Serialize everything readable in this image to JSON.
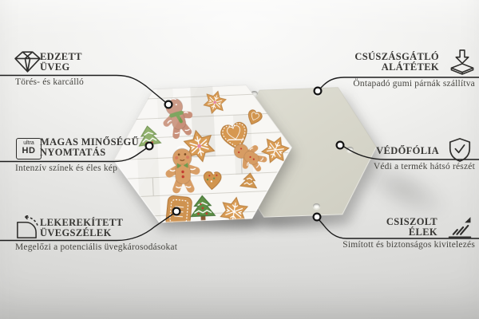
{
  "annotations": {
    "left": [
      {
        "icon": "diamond-icon",
        "title_line1": "EDZETT",
        "title_line2": "ÜVEG",
        "subtitle": "Törés- és karcálló"
      },
      {
        "icon": "ultra-hd-icon",
        "icon_text_top": "ultra",
        "icon_text_bottom": "HD",
        "title_line1": "MAGAS MINŐSÉGŰ",
        "title_line2": "NYOMTATÁS",
        "subtitle": "Intenzív színek és éles kép"
      },
      {
        "icon": "rounded-corner-icon",
        "title_line1": "LEKEREKÍTETT",
        "title_line2": "ÜVEGSZÉLEK",
        "subtitle": "Megelőzi a potenciális üvegkárosodásokat"
      }
    ],
    "right": [
      {
        "icon": "anti-slip-pad-icon",
        "title_line1": "CSÚSZÁSGÁTLÓ",
        "title_line2": "ALÁTÉTEK",
        "subtitle": "Öntapadó gumi párnák szállítva"
      },
      {
        "icon": "shield-check-icon",
        "title_line1": "VÉDŐFÓLIA",
        "title_line2": "",
        "subtitle": "Védi a termék hátsó részét"
      },
      {
        "icon": "polished-edges-icon",
        "title_line1": "CSISZOLT",
        "title_line2": "ÉLEK",
        "subtitle": "Simított és biztonságos kivitelezés"
      }
    ]
  },
  "panels": {
    "front": "hexagon-glass-panel-gingerbread-print",
    "back": "hexagon-back-panel-plain"
  },
  "colors": {
    "leader_line": "#1c1c1c",
    "title_text": "#383734",
    "subtitle_text": "#45443f",
    "back_panel": "#d8d7cb",
    "cookie_tan": "#d79c63",
    "gingerbread_pink": "#c8907a",
    "icing_white": "#ffffff",
    "tree_green": "#6f9c4f",
    "accent_red": "#c23b2e",
    "wood_white": "#f8f7f4"
  }
}
